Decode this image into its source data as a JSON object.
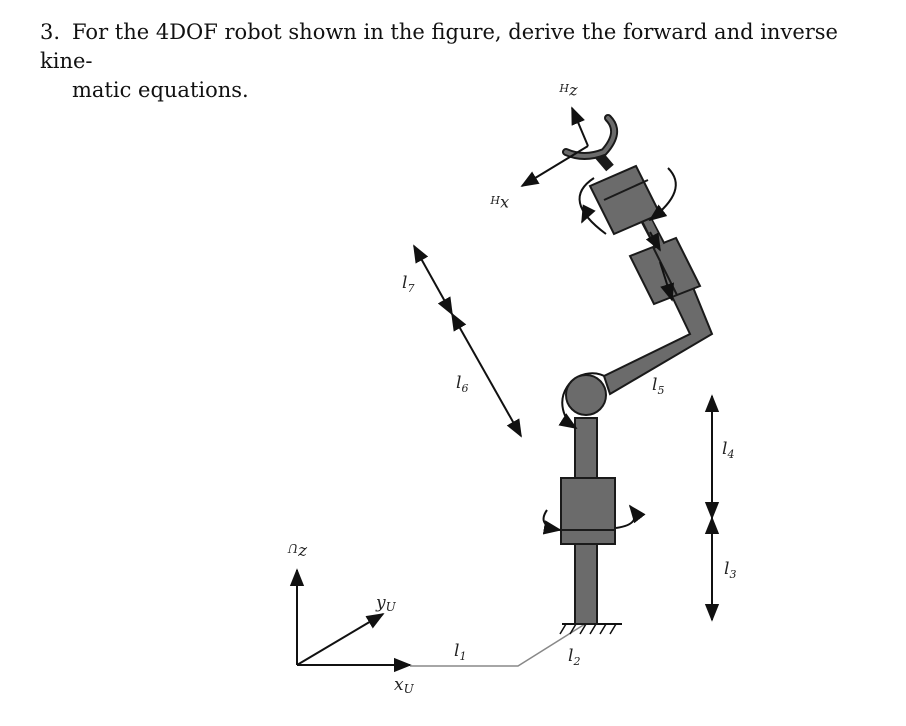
{
  "problem": {
    "number": "3.",
    "text_line1": "For the 4DOF robot shown in the figure, derive the forward and inverse kine-",
    "text_line2": "matic equations."
  },
  "figure": {
    "universal_frame": {
      "z": "z",
      "y": "y",
      "x": "x",
      "subscript": "U"
    },
    "hand_frame": {
      "z": "z",
      "x": "x",
      "subscript": "H"
    },
    "links": [
      "l",
      "l",
      "l",
      "l",
      "l",
      "l",
      "l"
    ],
    "link_subscripts": [
      "1",
      "2",
      "3",
      "4",
      "5",
      "6",
      "7"
    ],
    "colors": {
      "link": "#6b6b6b",
      "outline": "#1a1a1a",
      "line": "#333333"
    }
  }
}
